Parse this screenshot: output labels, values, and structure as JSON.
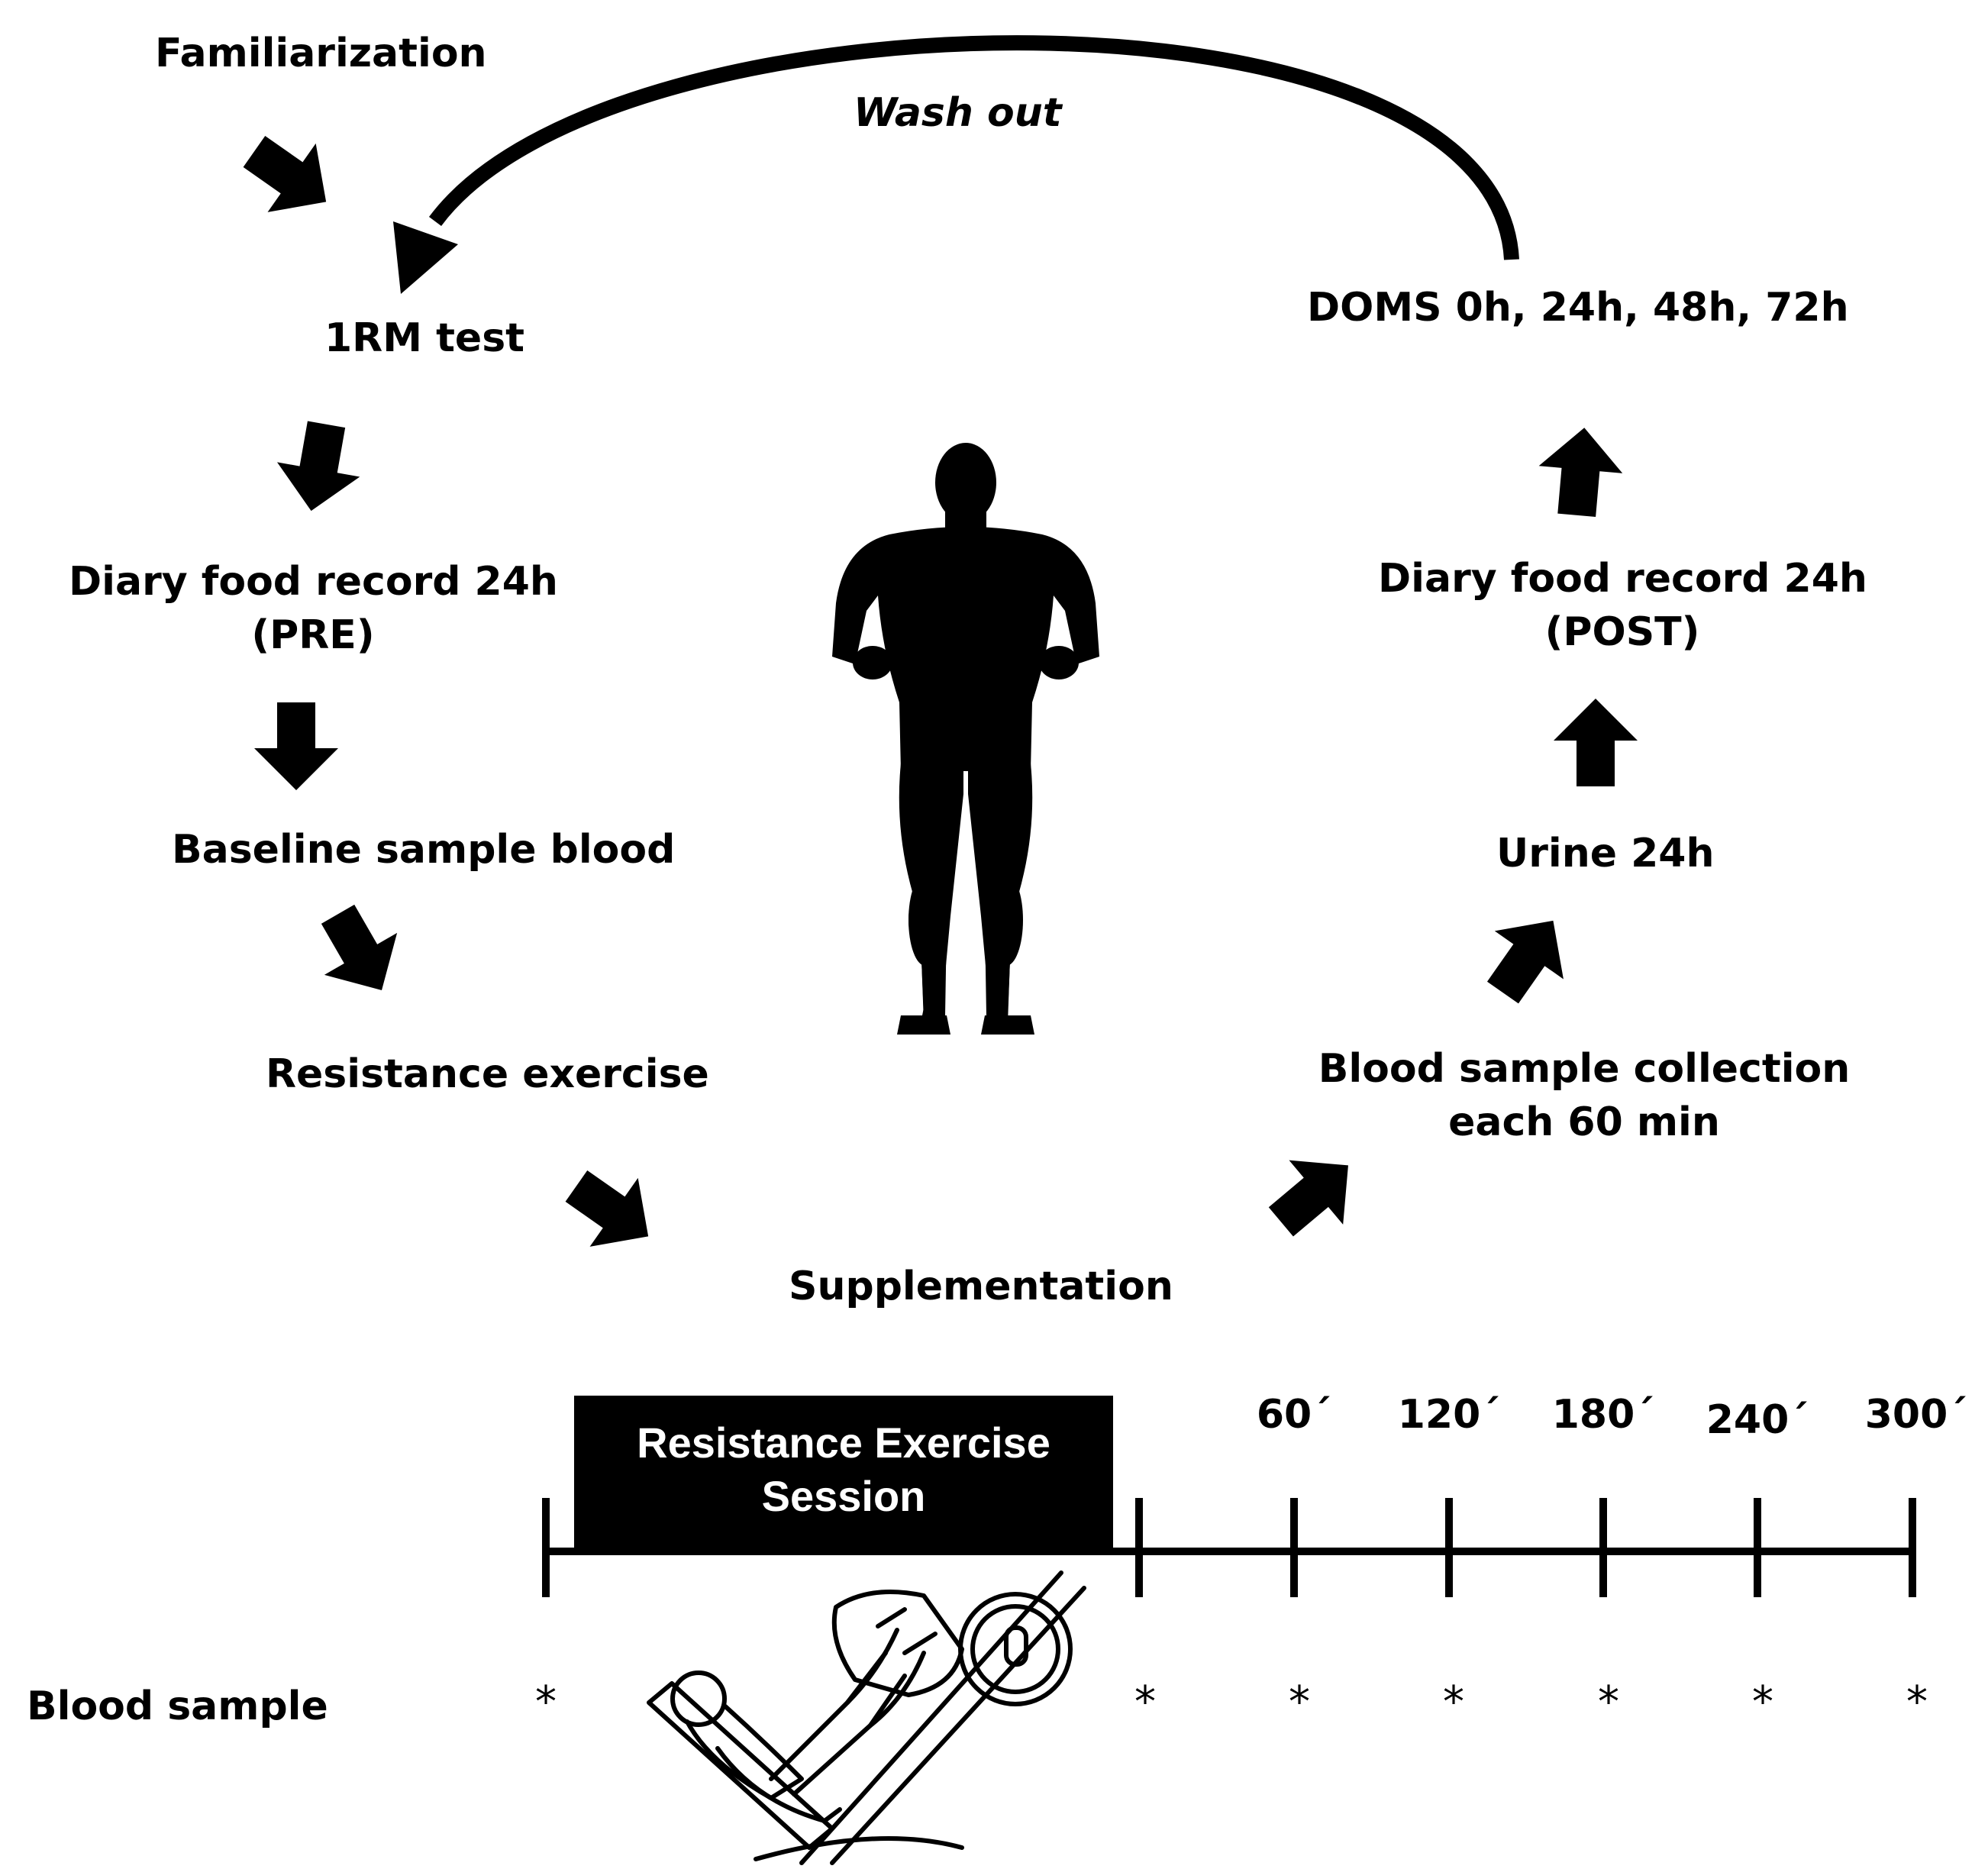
{
  "steps": {
    "familiarization": "Familiarization",
    "washout": "Wash out",
    "onerm": "1RM test",
    "doms": "DOMS 0h, 24h, 48h, 72h",
    "diary_pre_1": "Diary food record 24h",
    "diary_pre_2": "(PRE)",
    "diary_post_1": "Diary food record 24h",
    "diary_post_2": "(POST)",
    "baseline": "Baseline sample blood",
    "urine": "Urine 24h",
    "resistance": "Resistance exercise",
    "blood_coll_1": "Blood sample collection",
    "blood_coll_2": "each 60 min",
    "supplementation": "Supplementation"
  },
  "timeline": {
    "session_1": "Resistance Exercise",
    "session_2": "Session",
    "times": [
      "60´",
      "120´",
      "180´",
      "240´",
      "300´"
    ],
    "blood_label": "Blood sample",
    "marker": "*"
  },
  "colors": {
    "ink": "#000000",
    "bg": "#ffffff"
  },
  "icons": [
    "human-silhouette-icon",
    "leg-press-icon"
  ]
}
